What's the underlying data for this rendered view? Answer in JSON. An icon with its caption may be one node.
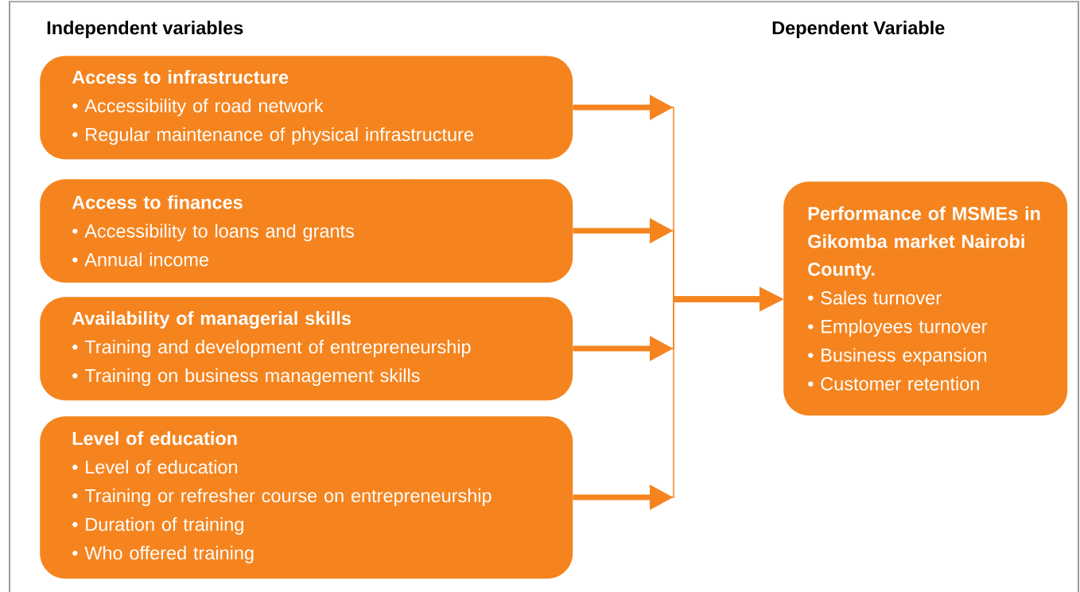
{
  "diagram": {
    "nodes": [
      {
        "text": [
          "Access to infrastructure",
          "• Accessibility of road network",
          "• Regular maintenance of physical infrastructure"
        ]
      },
      {
        "text": [
          "Access to finances",
          "• Accessibility to loans and grants",
          "• Annual income"
        ]
      },
      {
        "text": [
          "Availability of managerial skills",
          "• Training and development of entrepreneurship",
          "• Training on business management skills"
        ]
      },
      {
        "text": [
          "Level of education",
          "• Level of education",
          "• Training or refresher course on entrepreneurship",
          "• Duration of training",
          "• Who offered training"
        ]
      },
      {
        "text": [
          "Performance of MSMEs in Gikomba market Nairobi County.",
          "• Sales turnover",
          "• Employees turnover",
          "• Business expansion",
          "• Customer retention"
        ]
      }
    ],
    "edges": [
      {
        "from": 0,
        "to": 4,
        "arrow": "to"
      },
      {
        "from": 1,
        "to": 4,
        "arrow": "to"
      },
      {
        "from": 2,
        "to": 4,
        "arrow": "to"
      },
      {
        "from": 3,
        "to": 4,
        "arrow": "to"
      }
    ],
    "labels": [
      "Independent variables",
      "Dependent Variable"
    ]
  }
}
